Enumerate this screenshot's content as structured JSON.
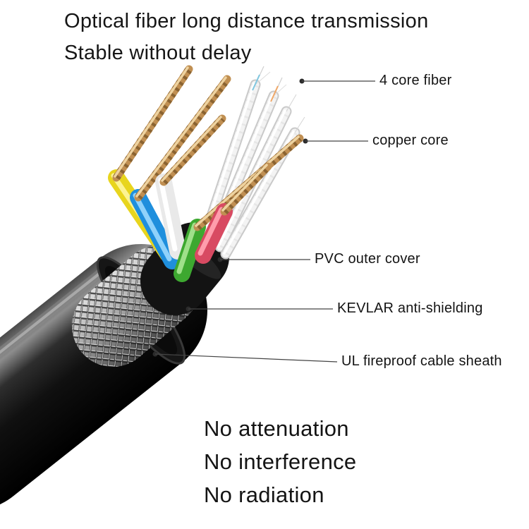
{
  "title": {
    "line1": "Optical fiber long distance transmission",
    "line2": "Stable without delay"
  },
  "callouts": [
    {
      "id": "four-core-fiber",
      "label": "4 core fiber"
    },
    {
      "id": "copper-core",
      "label": "copper core"
    },
    {
      "id": "pvc-outer-cover",
      "label": "PVC outer cover"
    },
    {
      "id": "kevlar-anti-shielding",
      "label": "KEVLAR anti-shielding"
    },
    {
      "id": "ul-fireproof-cable-sheath",
      "label": "UL fireproof cable sheath"
    }
  ],
  "features": [
    "No attenuation",
    "No interference",
    "No radiation"
  ],
  "colors": {
    "background": "#ffffff",
    "text": "#141414",
    "leader_line": "#444444",
    "sheath_black": "#0a0a0a",
    "braid_silver": "#bfbfbf",
    "wire_yellow": "#e8d51e",
    "wire_blue": "#1f8fdd",
    "wire_green": "#3da830",
    "wire_red": "#d84a62",
    "wire_white": "#e9e9e9",
    "copper": "#c08f52",
    "fiber_white": "#f3f3f3"
  }
}
